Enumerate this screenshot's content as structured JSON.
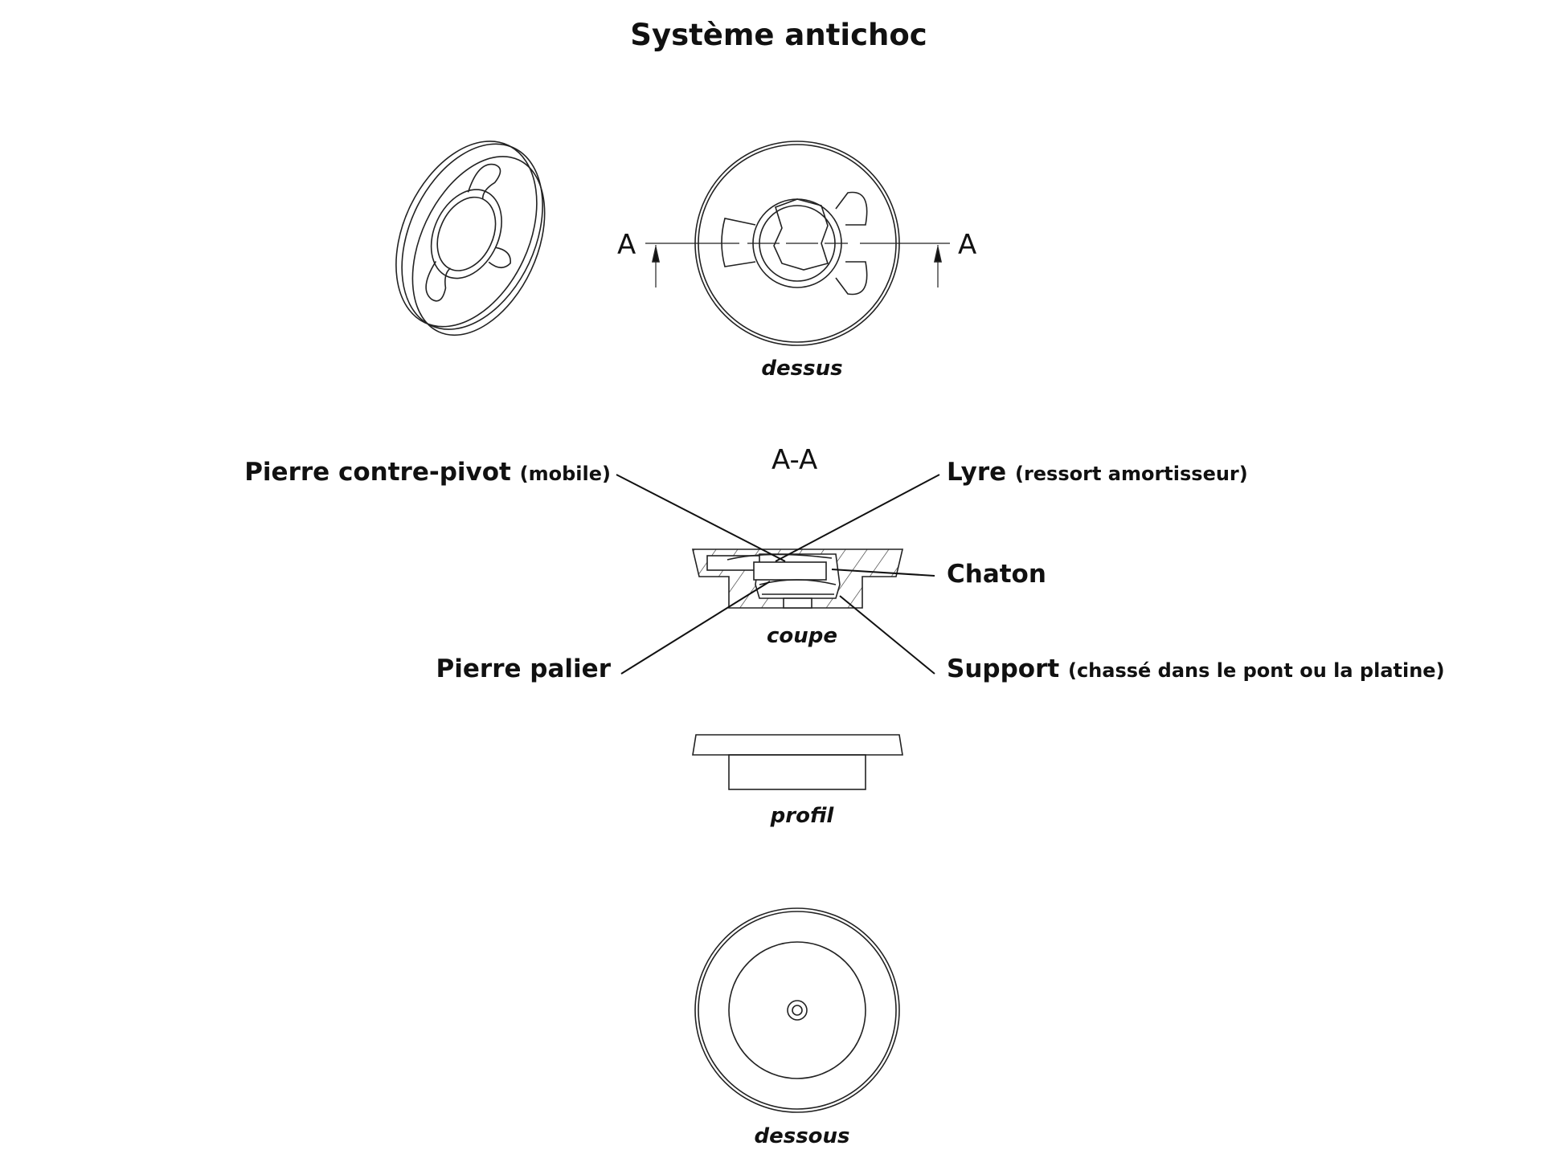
{
  "title": "Système antichoc",
  "views": {
    "top": "dessus",
    "section": "coupe",
    "profile": "profil",
    "bottom": "dessous"
  },
  "section_marker": {
    "left": "A",
    "right": "A",
    "title": "A-A"
  },
  "labels": {
    "pierre_contre_pivot": {
      "main": "Pierre contre-pivot",
      "note": "(mobile)"
    },
    "lyre": {
      "main": "Lyre",
      "note": "(ressort amortisseur)"
    },
    "chaton": {
      "main": "Chaton"
    },
    "pierre_palier": {
      "main": "Pierre palier"
    },
    "support": {
      "main": "Support",
      "note": "(chassé dans le pont ou la platine)"
    }
  }
}
